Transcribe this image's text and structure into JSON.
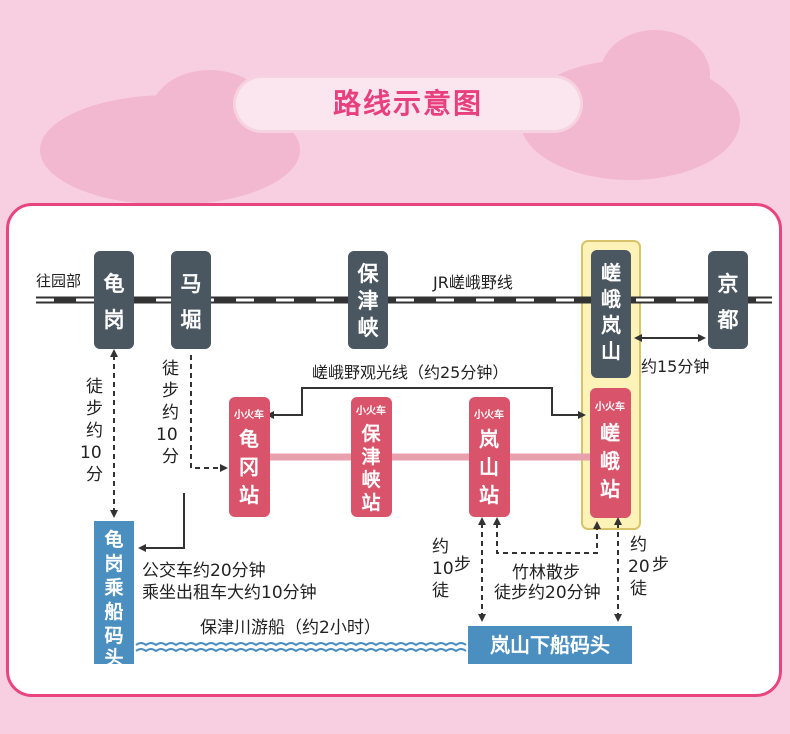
{
  "title": "路线示意图",
  "jr_line": {
    "label": "JR嵯峨野线",
    "left_end": "往园部",
    "stations": [
      {
        "id": "kameoka",
        "name": "龟岗"
      },
      {
        "id": "umahori",
        "name": "马堀"
      },
      {
        "id": "hozukyo",
        "name": "保津峡"
      },
      {
        "id": "saga_arashiyama",
        "name": "嵯峨岚山"
      },
      {
        "id": "kyoto",
        "name": "京都"
      }
    ]
  },
  "sagano_line": {
    "label": "嵯峨野观光线（约25分钟）",
    "prefix": "小火车",
    "stations": [
      {
        "id": "torokko_kameoka",
        "name": "龟冈站"
      },
      {
        "id": "torokko_hozukyo",
        "name": "保津峡站"
      },
      {
        "id": "torokko_arashiyama",
        "name": "岚山站"
      },
      {
        "id": "torokko_saga",
        "name": "嵯峨站"
      }
    ]
  },
  "piers": {
    "kameoka_pier": "龟岗乘船码头",
    "arashiyama_pier": "岚山下船码头"
  },
  "notes": {
    "to_kyoto": "约15分钟",
    "kameoka_walk": "徒步约10分钟",
    "umahori_walk": "徒步约10分钟",
    "bus": "公交车约20分钟",
    "taxi": "乘坐出租车大约10分钟",
    "boat": "保津川游船（约2小时）",
    "arashiyama_walk": "约10徒步",
    "saga_walk": "约20徒步",
    "bamboo_walk_1": "竹林散步",
    "bamboo_walk_2": "徒步约20分钟"
  },
  "colors": {
    "accent": "#e83f7f",
    "jr_station": "#4a5660",
    "torokko_station": "#d9536a",
    "pier": "#4a8fc0",
    "highlight": "#fdf3b8",
    "torokko_line": "#e8a0ac"
  }
}
